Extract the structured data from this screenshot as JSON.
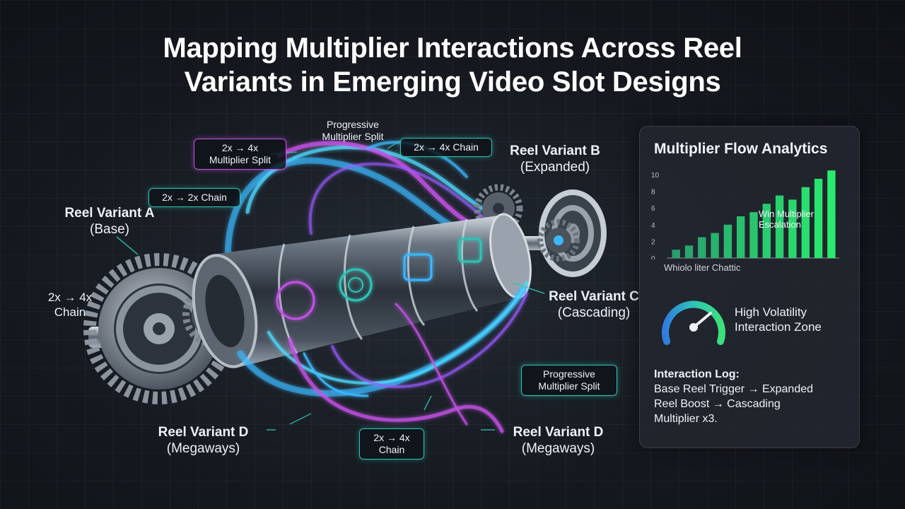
{
  "title": {
    "line1": "Mapping Multiplier Interactions Across Reel",
    "line2": "Variants in Emerging Video Slot Designs"
  },
  "reels": {
    "a": {
      "name": "Reel Variant A",
      "sub": "(Base)"
    },
    "b": {
      "name": "Reel Variant B",
      "sub": "(Expanded)"
    },
    "c": {
      "name": "Reel Variant C",
      "sub": "(Cascading)"
    },
    "d_left": {
      "name": "Reel Variant D",
      "sub": "(Megaways)"
    },
    "d_right": {
      "name": "Reel Variant D",
      "sub": "(Megaways)"
    }
  },
  "callouts": {
    "split_top_line1": "2x → 4x",
    "split_top_line2": "Multiplier Split",
    "progressive_top_line1": "Progressive",
    "progressive_top_line2": "Multiplier Split",
    "chain_top": "2x → 4x Chain",
    "chain_2x": "2x → 2x Chain",
    "chain_left_line1": "2x → 4x",
    "chain_left_line2": "Chain",
    "progressive_bottom_line1": "Progressive",
    "progressive_bottom_line2": "Multiplier Split",
    "chain_bottom_line1": "2x → 4x",
    "chain_bottom_line2": "Chain"
  },
  "panel": {
    "title": "Multiplier Flow Analytics",
    "axis_ticks": [
      "10",
      "8",
      "6",
      "4",
      "2",
      "0"
    ],
    "chart_note_line1": "Win Multiplier",
    "chart_note_line2": "Escalation",
    "chart_footer": "Whiolo liter Chattic",
    "gauge_line1": "High Volatility",
    "gauge_line2": "Interaction Zone",
    "log_heading": "Interaction Log:",
    "log_line1": "Base Reel Trigger → Expanded",
    "log_line2": "Reel Boost → Cascading",
    "log_line3": "Multiplier x3."
  },
  "colors": {
    "teal": "#2fc4b6",
    "cyan": "#3ab8ff",
    "purple": "#c451e6",
    "green": "#34e07a"
  },
  "chart_data": {
    "type": "bar",
    "title": "",
    "ylim": [
      0,
      10
    ],
    "values": [
      1,
      1.5,
      2.5,
      3,
      4,
      5,
      5.5,
      6.5,
      7.5,
      7,
      8.5,
      9.5,
      10.5
    ]
  }
}
